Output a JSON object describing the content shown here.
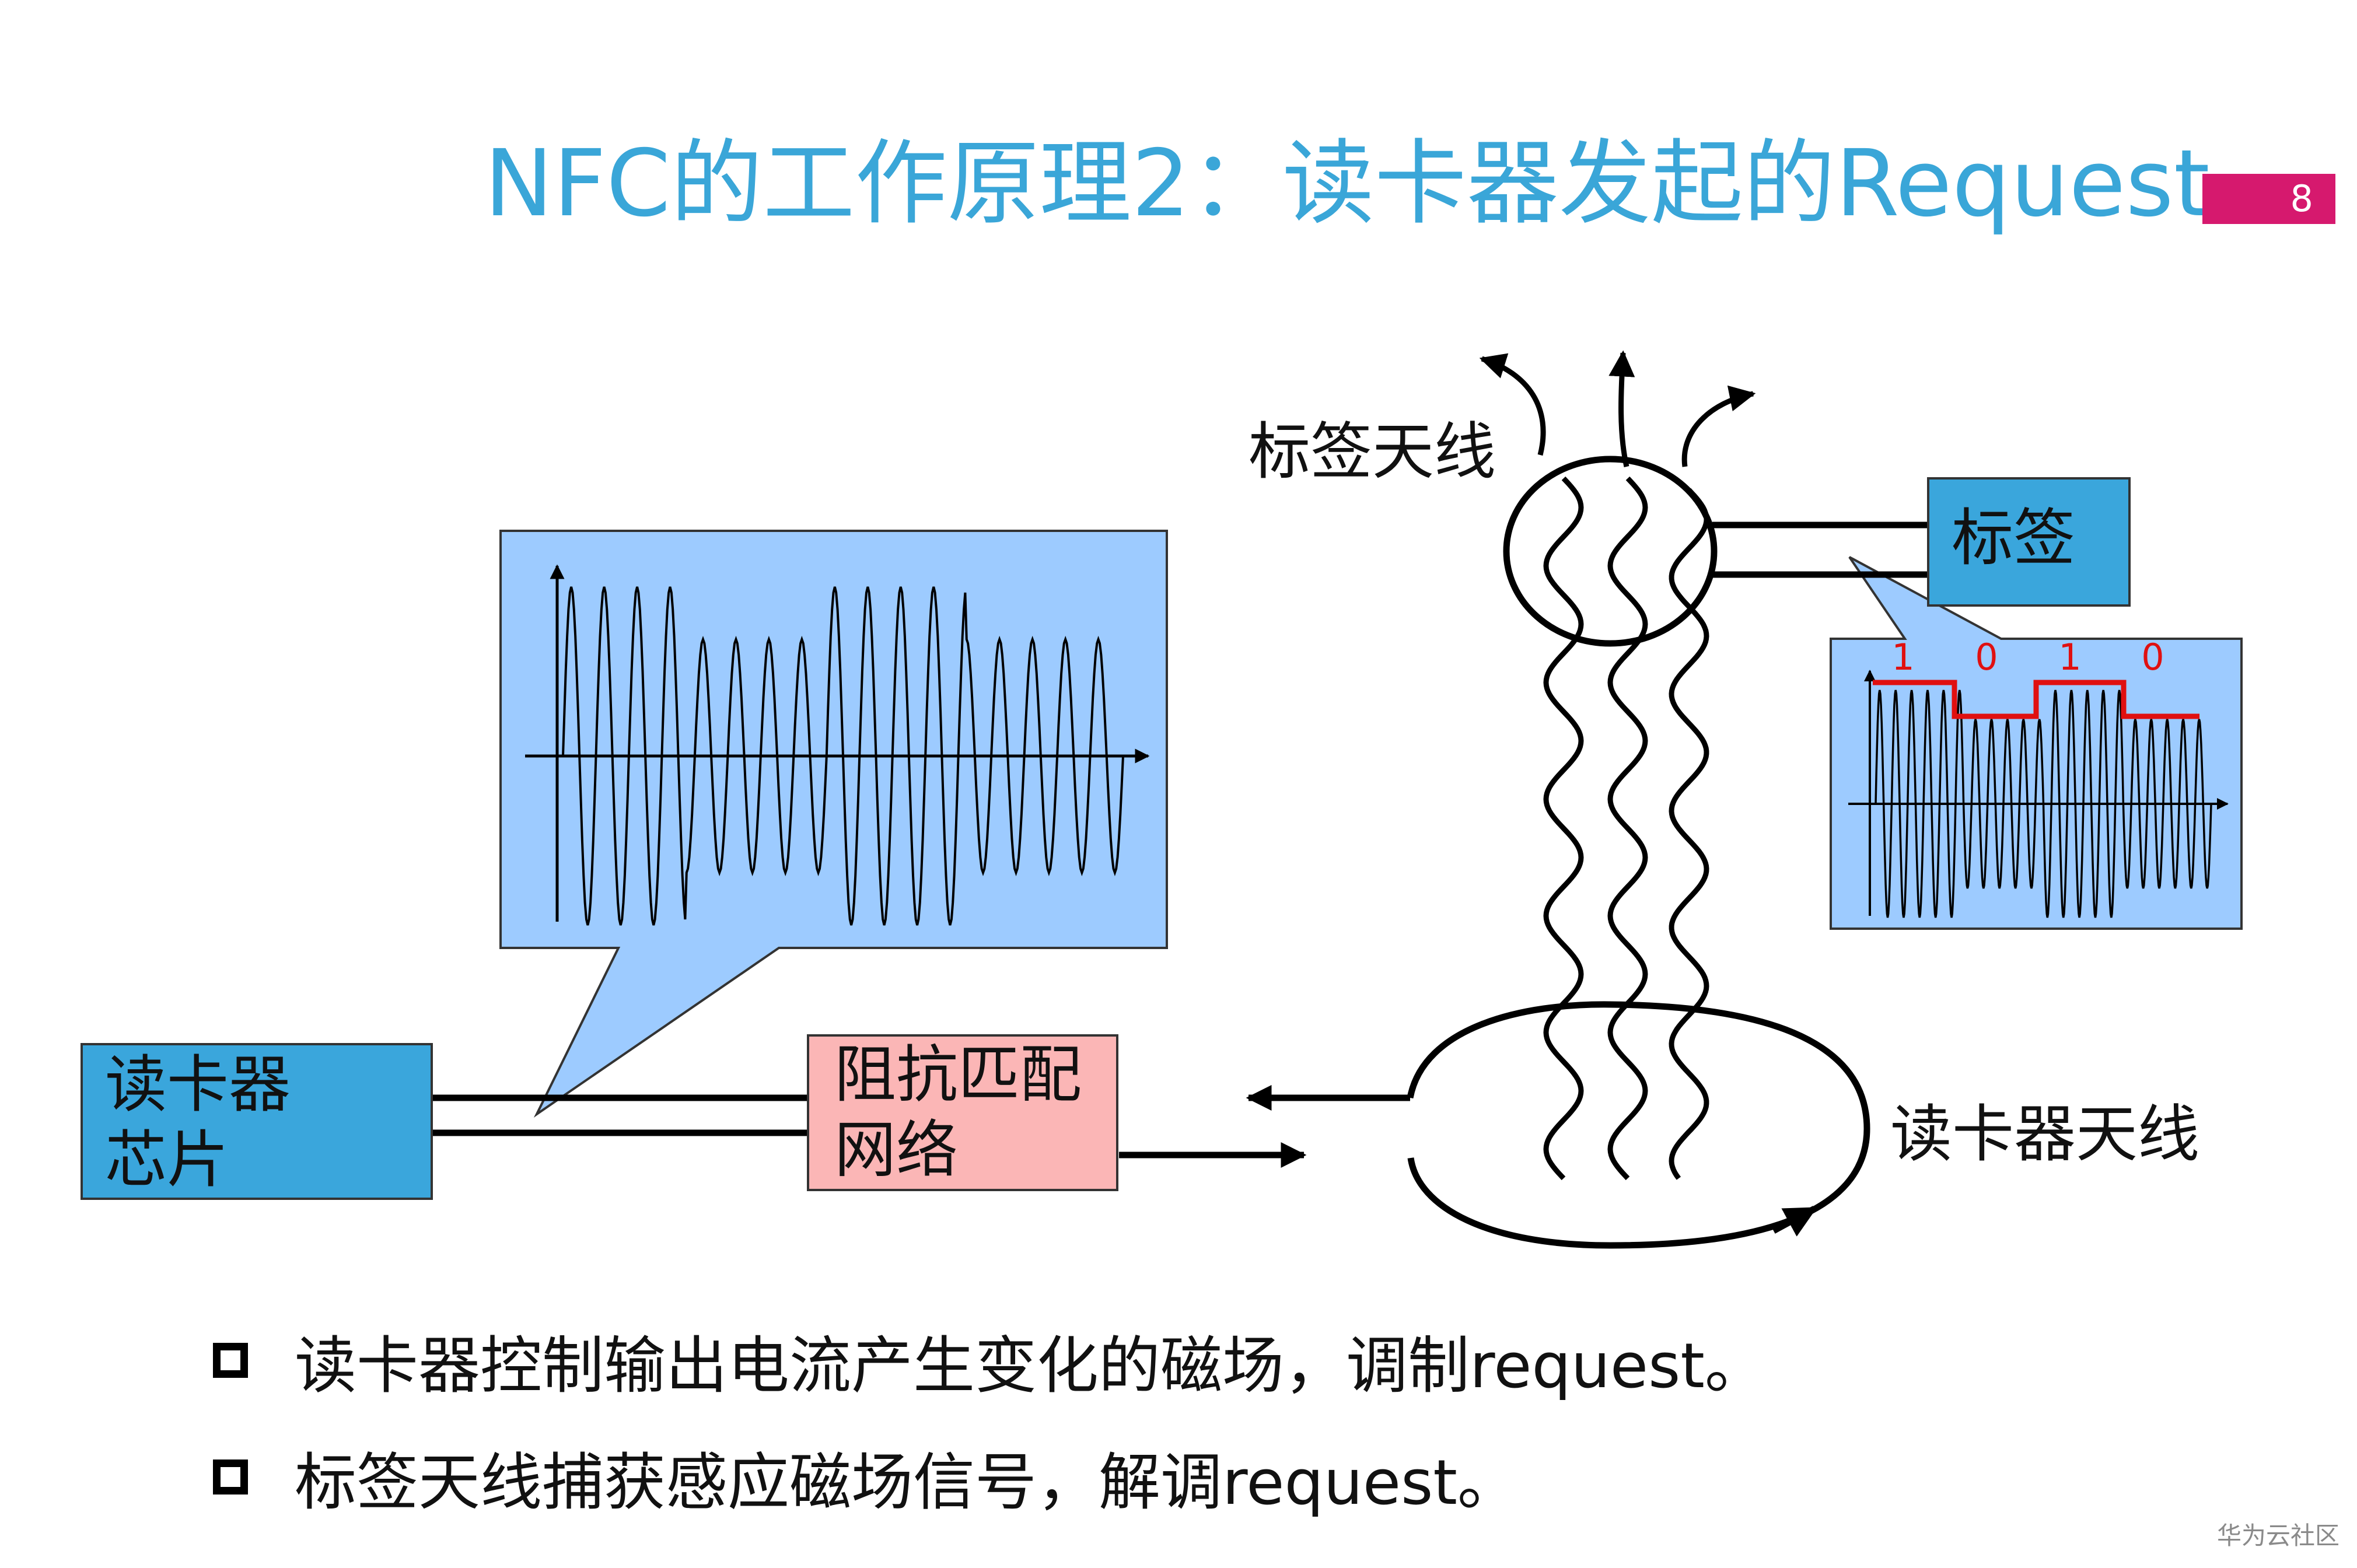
{
  "title": "NFC的工作原理2：读卡器发起的Request",
  "page_number": "8",
  "diagram": {
    "reader_chip_lines": [
      "读卡器",
      "芯片"
    ],
    "impedance_lines": [
      "阻抗匹配",
      "网络"
    ],
    "tag_label": "标签",
    "tag_antenna_label": "标签天线",
    "reader_antenna_label": "读卡器天线",
    "bits": [
      "1",
      "0",
      "1",
      "0"
    ]
  },
  "bullets": [
    "读卡器控制输出电流产生变化的磁场，调制request。",
    "标签天线捕获感应磁场信号，解调request。"
  ],
  "watermark": "华为云社区",
  "colors": {
    "title": "#3aa6d8",
    "page_badge": "#d6196e",
    "box_blue": "#3aa6dc",
    "panel_blue": "#9dcbff",
    "box_pink": "#fbb6b6",
    "bit_red": "#e01010"
  }
}
